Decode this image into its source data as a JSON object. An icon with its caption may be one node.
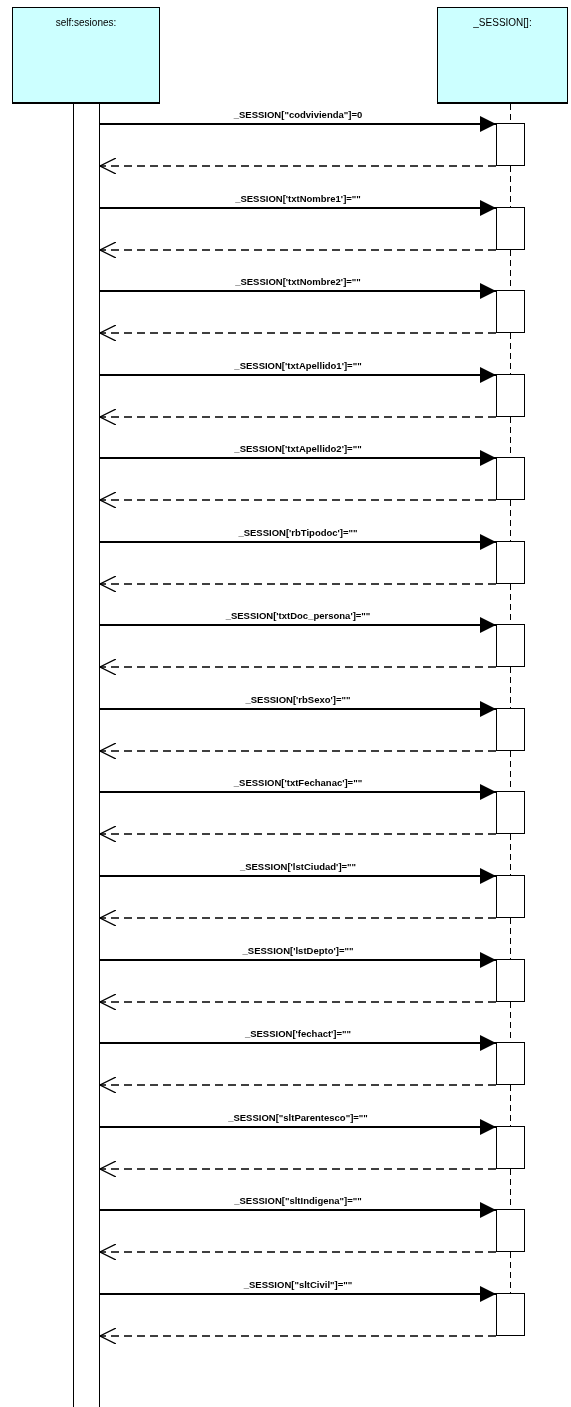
{
  "diagram": {
    "nodes": [
      {
        "text": [
          "self:sesiones:"
        ]
      },
      {
        "text": [
          "_SESSION[]:"
        ]
      },
      {
        "text": [],
        "shape": "bar"
      },
      {
        "text": [],
        "shape": "box"
      },
      {
        "text": [],
        "shape": "box"
      },
      {
        "text": [],
        "shape": "box"
      },
      {
        "text": [],
        "shape": "box"
      },
      {
        "text": [],
        "shape": "box"
      },
      {
        "text": [],
        "shape": "box"
      },
      {
        "text": [],
        "shape": "box"
      },
      {
        "text": [],
        "shape": "box"
      },
      {
        "text": [],
        "shape": "box"
      },
      {
        "text": [],
        "shape": "box"
      },
      {
        "text": [],
        "shape": "box"
      },
      {
        "text": [],
        "shape": "box"
      },
      {
        "text": [],
        "shape": "box"
      },
      {
        "text": [],
        "shape": "box"
      },
      {
        "text": [],
        "shape": "box"
      }
    ],
    "edges": [
      {
        "from": 2,
        "to": 3,
        "arrow": "to",
        "label": "_SESSION[\"codvivienda\"]=0"
      },
      {
        "from": 3,
        "to": 2,
        "arrow": "to",
        "style": "dashed"
      },
      {
        "from": 2,
        "to": 4,
        "arrow": "to",
        "label": "_SESSION['txtNombre1']=\"\""
      },
      {
        "from": 4,
        "to": 2,
        "arrow": "to",
        "style": "dashed"
      },
      {
        "from": 2,
        "to": 5,
        "arrow": "to",
        "label": "_SESSION['txtNombre2']=\"\""
      },
      {
        "from": 5,
        "to": 2,
        "arrow": "to",
        "style": "dashed"
      },
      {
        "from": 2,
        "to": 6,
        "arrow": "to",
        "label": "_SESSION['txtApellido1']=\"\""
      },
      {
        "from": 6,
        "to": 2,
        "arrow": "to",
        "style": "dashed"
      },
      {
        "from": 2,
        "to": 7,
        "arrow": "to",
        "label": "_SESSION['txtApellido2']=\"\""
      },
      {
        "from": 7,
        "to": 2,
        "arrow": "to",
        "style": "dashed"
      },
      {
        "from": 2,
        "to": 8,
        "arrow": "to",
        "label": "_SESSION['rbTipodoc']=\"\""
      },
      {
        "from": 8,
        "to": 2,
        "arrow": "to",
        "style": "dashed"
      },
      {
        "from": 2,
        "to": 9,
        "arrow": "to",
        "label": "_SESSION['txtDoc_persona']=\"\""
      },
      {
        "from": 9,
        "to": 2,
        "arrow": "to",
        "style": "dashed"
      },
      {
        "from": 2,
        "to": 10,
        "arrow": "to",
        "label": "_SESSION['rbSexo']=\"\""
      },
      {
        "from": 10,
        "to": 2,
        "arrow": "to",
        "style": "dashed"
      },
      {
        "from": 2,
        "to": 11,
        "arrow": "to",
        "label": "_SESSION['txtFechanac']=\"\""
      },
      {
        "from": 11,
        "to": 2,
        "arrow": "to",
        "style": "dashed"
      },
      {
        "from": 2,
        "to": 12,
        "arrow": "to",
        "label": "_SESSION['lstCiudad']=\"\""
      },
      {
        "from": 12,
        "to": 2,
        "arrow": "to",
        "style": "dashed"
      },
      {
        "from": 2,
        "to": 13,
        "arrow": "to",
        "label": "_SESSION['lstDepto']=\"\""
      },
      {
        "from": 13,
        "to": 2,
        "arrow": "to",
        "style": "dashed"
      },
      {
        "from": 2,
        "to": 14,
        "arrow": "to",
        "label": "_SESSION['fechact']=\"\""
      },
      {
        "from": 14,
        "to": 2,
        "arrow": "to",
        "style": "dashed"
      },
      {
        "from": 2,
        "to": 15,
        "arrow": "to",
        "label": "_SESSION[\"sltParentesco\"]=\"\""
      },
      {
        "from": 15,
        "to": 2,
        "arrow": "to",
        "style": "dashed"
      },
      {
        "from": 2,
        "to": 16,
        "arrow": "to",
        "label": "_SESSION[\"sltIndigena\"]=\"\""
      },
      {
        "from": 16,
        "to": 2,
        "arrow": "to",
        "style": "dashed"
      },
      {
        "from": 2,
        "to": 17,
        "arrow": "to",
        "label": "_SESSION[\"sltCivil\"]=\"\""
      },
      {
        "from": 17,
        "to": 2,
        "arrow": "to",
        "style": "dashed"
      },
      {
        "from": 1,
        "to": 3,
        "arrow": "none",
        "style": "dashed"
      },
      {
        "from": 3,
        "to": 4,
        "arrow": "none",
        "style": "dashed"
      },
      {
        "from": 4,
        "to": 5,
        "arrow": "none",
        "style": "dashed"
      },
      {
        "from": 5,
        "to": 6,
        "arrow": "none",
        "style": "dashed"
      },
      {
        "from": 6,
        "to": 7,
        "arrow": "none",
        "style": "dashed"
      },
      {
        "from": 7,
        "to": 8,
        "arrow": "none",
        "style": "dashed"
      },
      {
        "from": 8,
        "to": 9,
        "arrow": "none",
        "style": "dashed"
      },
      {
        "from": 9,
        "to": 10,
        "arrow": "none",
        "style": "dashed"
      },
      {
        "from": 10,
        "to": 11,
        "arrow": "none",
        "style": "dashed"
      },
      {
        "from": 11,
        "to": 12,
        "arrow": "none",
        "style": "dashed"
      },
      {
        "from": 12,
        "to": 13,
        "arrow": "none",
        "style": "dashed"
      },
      {
        "from": 13,
        "to": 14,
        "arrow": "none",
        "style": "dashed"
      },
      {
        "from": 14,
        "to": 15,
        "arrow": "none",
        "style": "dashed"
      },
      {
        "from": 15,
        "to": 16,
        "arrow": "none",
        "style": "dashed"
      },
      {
        "from": 16,
        "to": 17,
        "arrow": "none",
        "style": "dashed"
      }
    ]
  }
}
